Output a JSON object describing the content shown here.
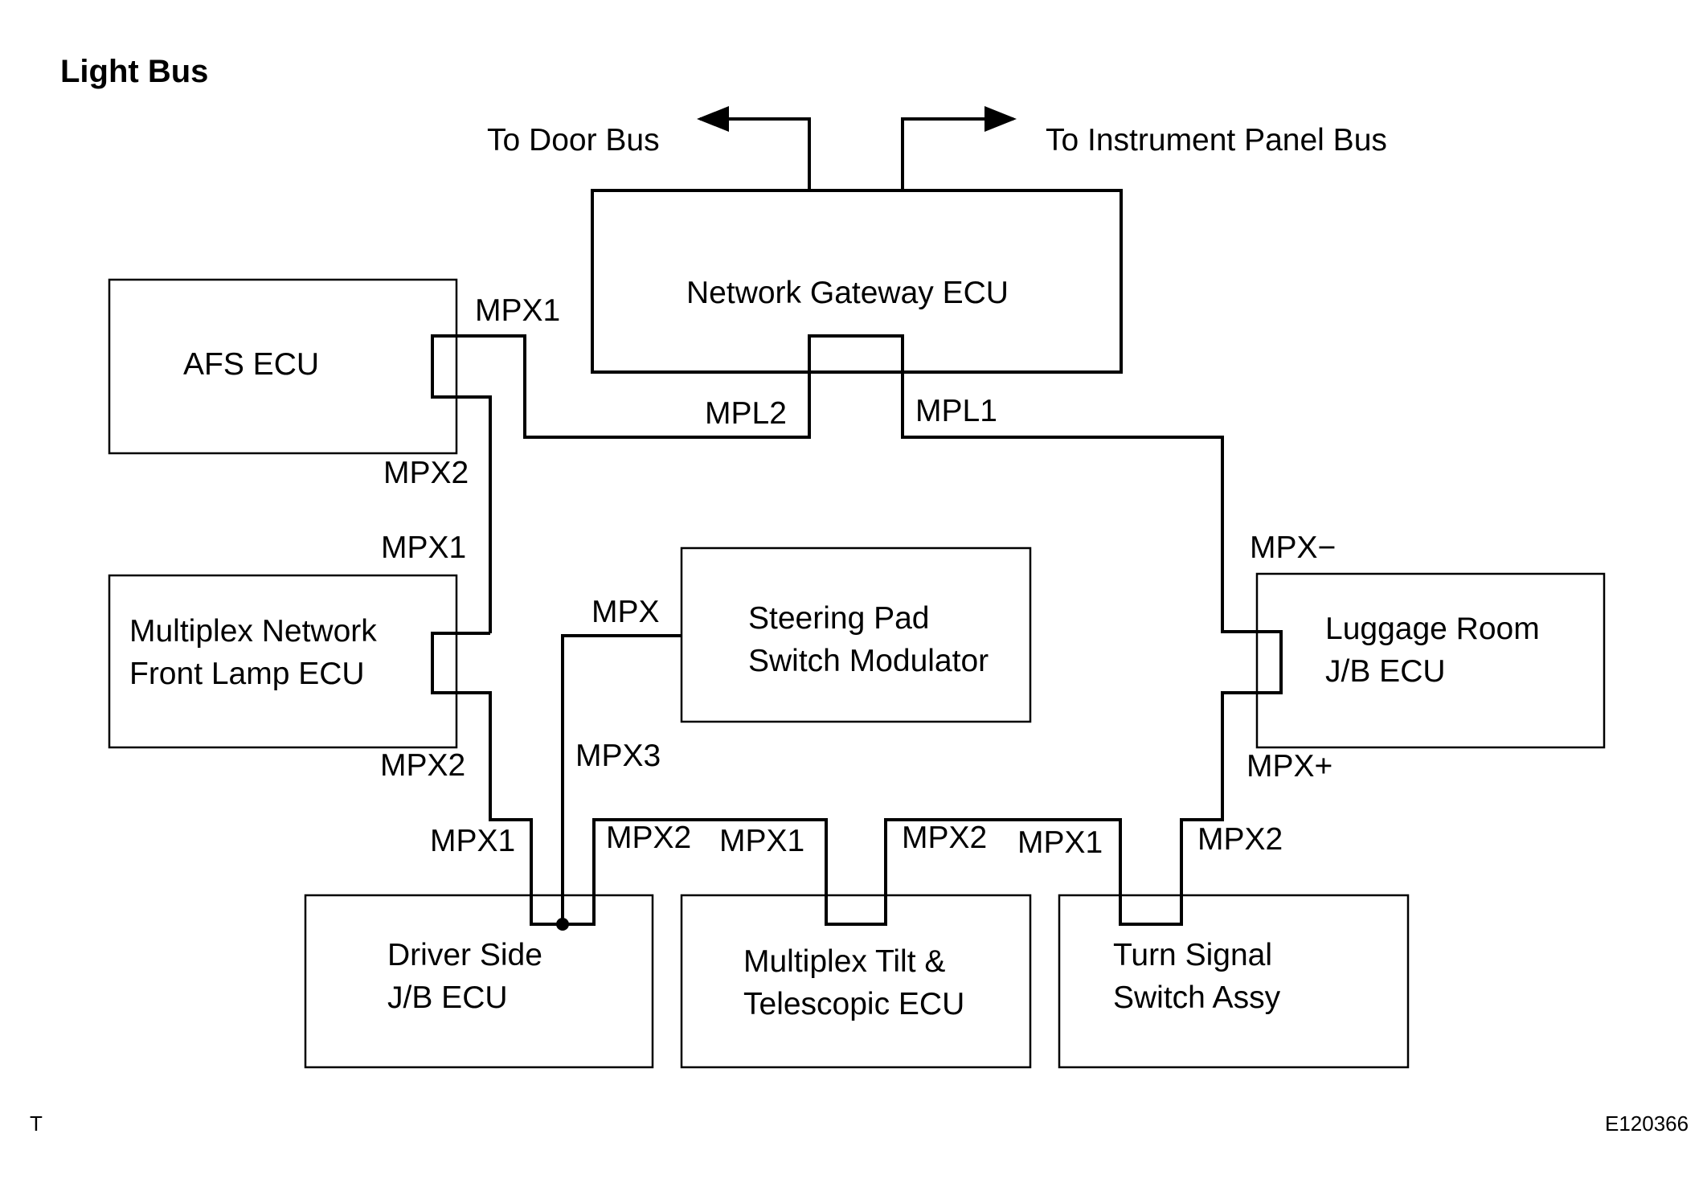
{
  "title": "Light Bus",
  "corner_mark": "T",
  "figure_code": "E120366",
  "exits": {
    "door_bus": "To Door Bus",
    "instrument_panel_bus": "To Instrument Panel Bus"
  },
  "ecus": {
    "network_gateway": {
      "line1": "Network Gateway ECU"
    },
    "afs": {
      "line1": "AFS ECU"
    },
    "front_lamp": {
      "line1": "Multiplex Network",
      "line2": "Front Lamp ECU"
    },
    "steering_pad": {
      "line1": "Steering Pad",
      "line2": "Switch Modulator"
    },
    "luggage_room": {
      "line1": "Luggage Room",
      "line2": "J/B ECU"
    },
    "driver_side": {
      "line1": "Driver Side",
      "line2": "J/B ECU"
    },
    "tilt_telescopic": {
      "line1": "Multiplex Tilt &",
      "line2": "Telescopic ECU"
    },
    "turn_signal": {
      "line1": "Turn Signal",
      "line2": "Switch Assy"
    }
  },
  "pins": {
    "gateway_mpl2": "MPL2",
    "gateway_mpl1": "MPL1",
    "afs_mpx1": "MPX1",
    "afs_mpx2": "MPX2",
    "front_lamp_mpx1": "MPX1",
    "front_lamp_mpx2": "MPX2",
    "steering_mpx": "MPX",
    "luggage_mpx_minus": "MPX−",
    "luggage_mpx_plus": "MPX+",
    "driver_mpx1": "MPX1",
    "driver_mpx2": "MPX2",
    "driver_mpx3": "MPX3",
    "tilt_mpx1": "MPX1",
    "tilt_mpx2": "MPX2",
    "turn_mpx1": "MPX1",
    "turn_mpx2": "MPX2"
  }
}
